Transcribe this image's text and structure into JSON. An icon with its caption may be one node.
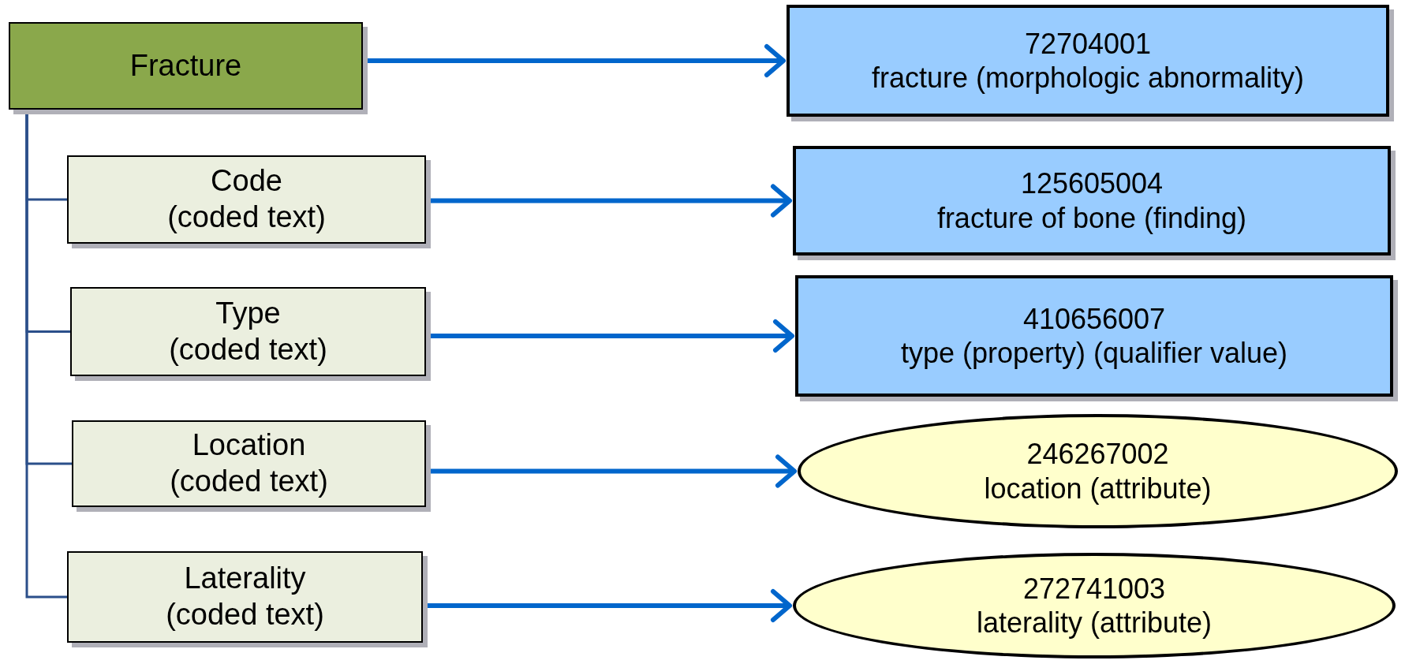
{
  "diagram": {
    "nodes": [
      {
        "text": [
          "Fracture"
        ]
      },
      {
        "text": [
          "Code",
          "(coded text)"
        ]
      },
      {
        "text": [
          "Type",
          "(coded text)"
        ]
      },
      {
        "text": [
          "Location",
          "(coded text)"
        ]
      },
      {
        "text": [
          "Laterality",
          "(coded text)"
        ]
      },
      {
        "text": [
          "72704001",
          "fracture (morphologic abnormality)"
        ]
      },
      {
        "text": [
          "125605004",
          "fracture of bone (finding)"
        ]
      },
      {
        "text": [
          "410656007",
          "type (property) (qualifier value)"
        ]
      },
      {
        "text": [
          "246267002",
          "location (attribute)"
        ]
      },
      {
        "text": [
          "272741003",
          "laterality (attribute)"
        ]
      }
    ],
    "edges": [
      {
        "from": 0,
        "to": 1,
        "arrow": "none",
        "color": "#2b4f8a"
      },
      {
        "from": 0,
        "to": 2,
        "arrow": "none",
        "color": "#2b4f8a"
      },
      {
        "from": 0,
        "to": 3,
        "arrow": "none",
        "color": "#2b4f8a"
      },
      {
        "from": 0,
        "to": 4,
        "arrow": "none",
        "color": "#2b4f8a"
      },
      {
        "from": 0,
        "to": 5,
        "arrow": "to"
      },
      {
        "from": 1,
        "to": 6,
        "arrow": "to"
      },
      {
        "from": 2,
        "to": 7,
        "arrow": "to"
      },
      {
        "from": 3,
        "to": 8,
        "arrow": "to"
      },
      {
        "from": 4,
        "to": 9,
        "arrow": "to"
      }
    ]
  }
}
